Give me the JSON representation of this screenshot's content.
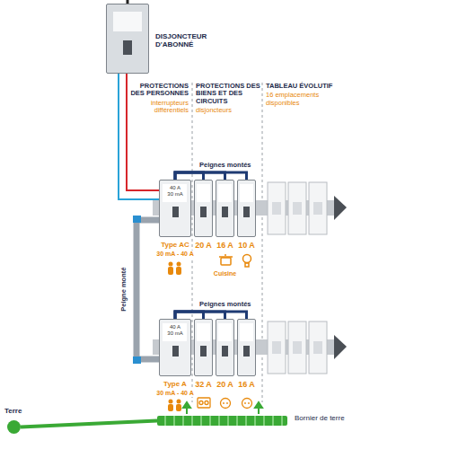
{
  "diagram": {
    "nodes": [
      {
        "text": [
          "DISJONCTEUR D'ABONNÉ"
        ]
      },
      {
        "text": [
          "40 A",
          "30 mA",
          "Type AC",
          "30 mA - 40 A"
        ]
      },
      {
        "text": [
          "20 A"
        ]
      },
      {
        "text": [
          "16 A",
          "Cuisine"
        ]
      },
      {
        "text": [
          "10 A"
        ]
      },
      {
        "text": [
          "40 A",
          "30 mA",
          "Type A",
          "30 mA - 40 A"
        ]
      },
      {
        "text": [
          "32 A"
        ]
      },
      {
        "text": [
          "20 A"
        ]
      },
      {
        "text": [
          "16 A"
        ]
      },
      {
        "text": [
          "Terre"
        ]
      },
      {
        "text": [
          "Bornier de terre"
        ]
      }
    ],
    "edges": [
      {
        "from": 0,
        "to": 1,
        "arrow": "none"
      },
      {
        "from": 1,
        "to": 5,
        "label": "Peigne monté",
        "arrow": "none"
      },
      {
        "from": 1,
        "to": 2,
        "arrow": "none"
      },
      {
        "from": 1,
        "to": 3,
        "arrow": "none"
      },
      {
        "from": 1,
        "to": 4,
        "arrow": "none"
      },
      {
        "from": 5,
        "to": 6,
        "arrow": "none"
      },
      {
        "from": 5,
        "to": 7,
        "arrow": "none"
      },
      {
        "from": 5,
        "to": 8,
        "arrow": "none"
      },
      {
        "from": 10,
        "to": 9,
        "arrow": "none"
      }
    ],
    "labels": [
      "PROTECTIONS DES PERSONNES",
      "interrupteurs différentiels",
      "PROTECTIONS DES BIENS ET DES CIRCUITS",
      "disjoncteurs",
      "TABLEAU ÉVOLUTIF",
      "16 emplacements disponibles",
      "Peignes montés",
      "Peignes montés"
    ]
  }
}
